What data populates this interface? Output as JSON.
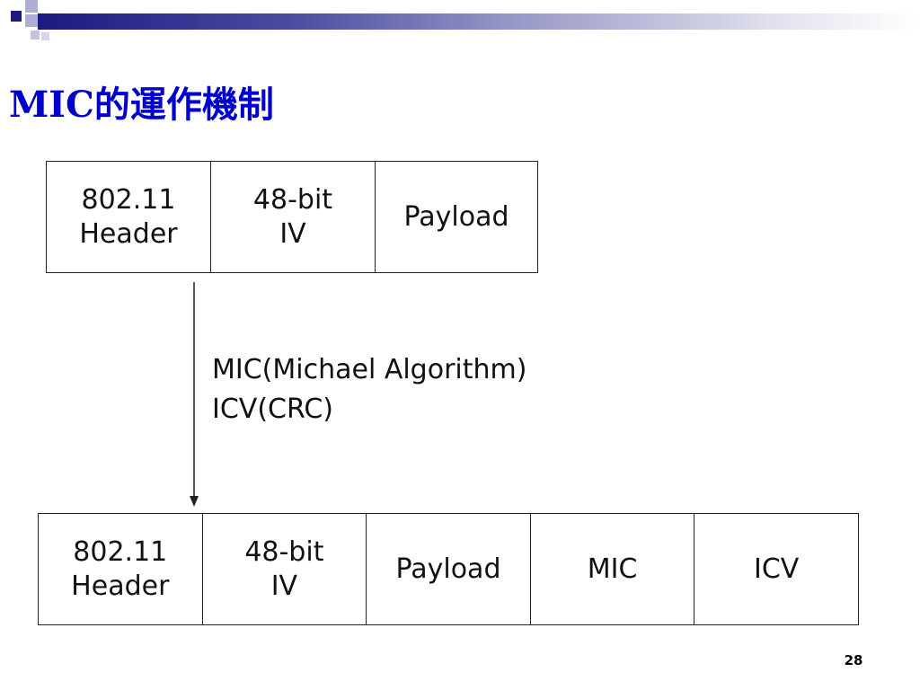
{
  "title": "MIC的運作機制",
  "top_frame": {
    "fields": [
      {
        "line1": "802.11",
        "line2": "Header"
      },
      {
        "line1": "48-bit",
        "line2": "IV"
      },
      {
        "line1": "Payload",
        "line2": ""
      }
    ]
  },
  "process": {
    "line1": "MIC(Michael Algorithm)",
    "line2": "ICV(CRC)"
  },
  "bottom_frame": {
    "fields": [
      {
        "line1": "802.11",
        "line2": "Header"
      },
      {
        "line1": "48-bit",
        "line2": "IV"
      },
      {
        "line1": "Payload",
        "line2": ""
      },
      {
        "line1": "MIC",
        "line2": ""
      },
      {
        "line1": "ICV",
        "line2": ""
      }
    ]
  },
  "page_number": "28",
  "colors": {
    "title": "#0000cc",
    "header_band": "#1a1a80",
    "border": "#222222"
  }
}
